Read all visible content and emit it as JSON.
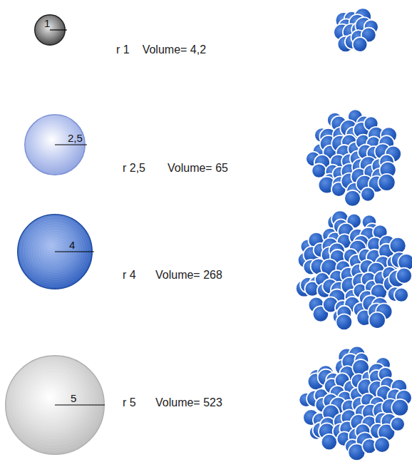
{
  "diagram": {
    "nodes": [
      {
        "text": [
          "1"
        ]
      },
      {
        "text": [
          "2,5"
        ]
      },
      {
        "text": [
          "4"
        ]
      },
      {
        "text": [
          "5"
        ]
      }
    ],
    "labels": [
      "r 1",
      "Volume= 4,2",
      "r 2,5",
      "Volume= 65",
      "r 4",
      "Volume= 268",
      "r 5",
      "Volume= 523"
    ]
  }
}
